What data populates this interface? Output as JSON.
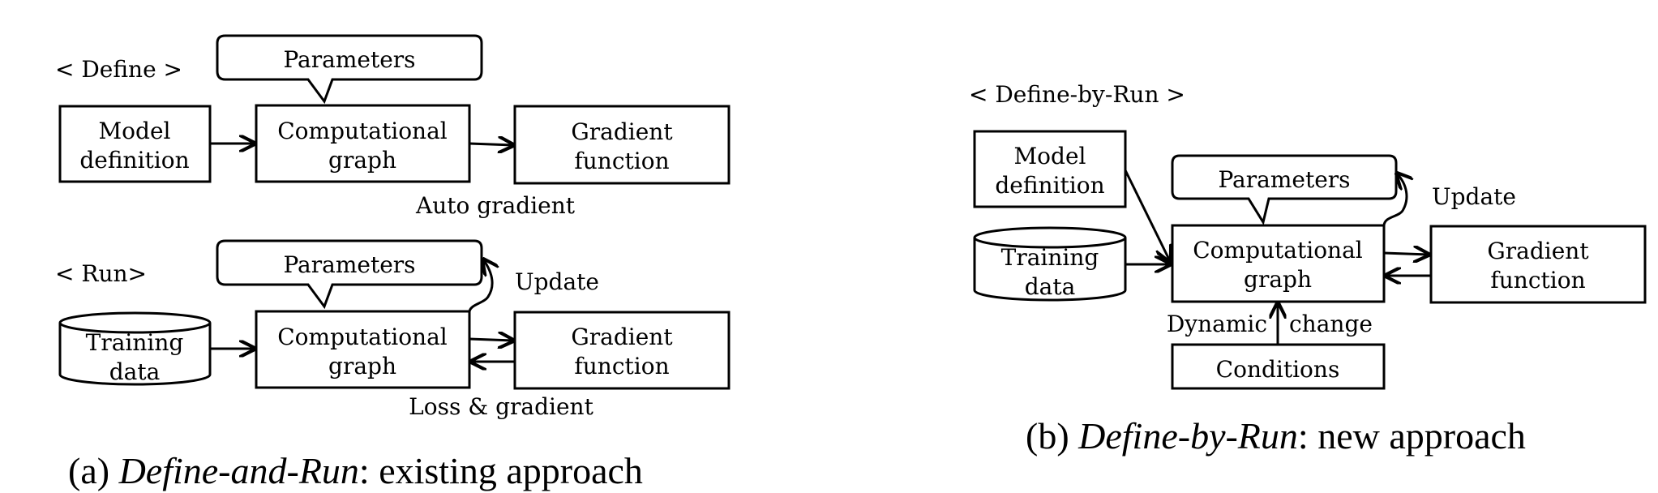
{
  "panel_a": {
    "define_heading": "< Define >",
    "run_heading": "< Run>",
    "define": {
      "parameters": "Parameters",
      "model_definition": [
        "Model",
        "definition"
      ],
      "computational_graph": [
        "Computational",
        "graph"
      ],
      "gradient_function": [
        "Gradient",
        "function"
      ],
      "auto_gradient": "Auto gradient"
    },
    "run": {
      "parameters": "Parameters",
      "update": "Update",
      "training_data": [
        "Training",
        "data"
      ],
      "computational_graph": [
        "Computational",
        "graph"
      ],
      "gradient_function": [
        "Gradient",
        "function"
      ],
      "loss_gradient": "Loss & gradient"
    },
    "caption_prefix": "(a) ",
    "caption_italic": "Define-and-Run",
    "caption_suffix": ": existing approach"
  },
  "panel_b": {
    "heading": "< Define-by-Run >",
    "model_definition": [
      "Model",
      "definition"
    ],
    "training_data": [
      "Training",
      "data"
    ],
    "parameters": "Parameters",
    "update": "Update",
    "computational_graph": [
      "Computational",
      "graph"
    ],
    "gradient_function": [
      "Gradient",
      "function"
    ],
    "dynamic": "Dynamic",
    "change": "change",
    "conditions": "Conditions",
    "caption_prefix": "(b) ",
    "caption_italic": "Define-by-Run",
    "caption_suffix": ": new approach"
  }
}
